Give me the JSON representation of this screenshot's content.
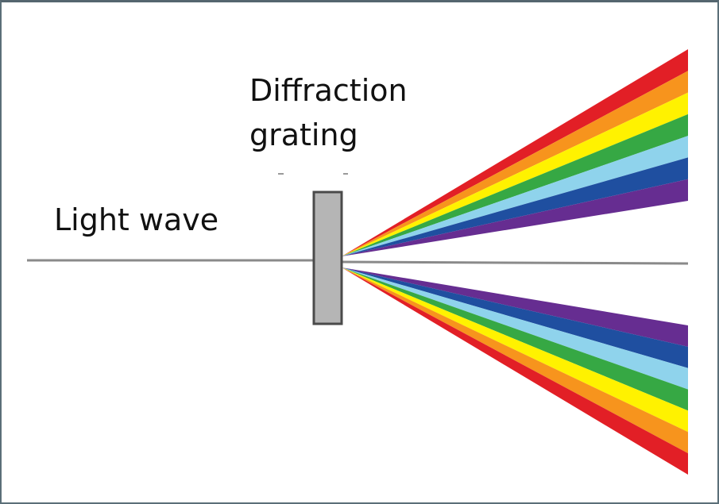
{
  "labels": {
    "light_wave": "Light wave",
    "grating_line1": "Diffraction",
    "grating_line2": "grating"
  },
  "spectrum_colors": [
    {
      "name": "red",
      "hex": "#e21f26"
    },
    {
      "name": "orange",
      "hex": "#f7941d"
    },
    {
      "name": "yellow",
      "hex": "#fff200"
    },
    {
      "name": "green",
      "hex": "#36a844"
    },
    {
      "name": "light-blue",
      "hex": "#8fd3ec"
    },
    {
      "name": "blue",
      "hex": "#1f4fa0"
    },
    {
      "name": "violet",
      "hex": "#662d91"
    }
  ],
  "colors": {
    "light_wave_line": "#8a8a8a",
    "grating_fill": "#b5b5b5",
    "grating_stroke": "#4a4a4a",
    "frame": "#5b6f78"
  }
}
